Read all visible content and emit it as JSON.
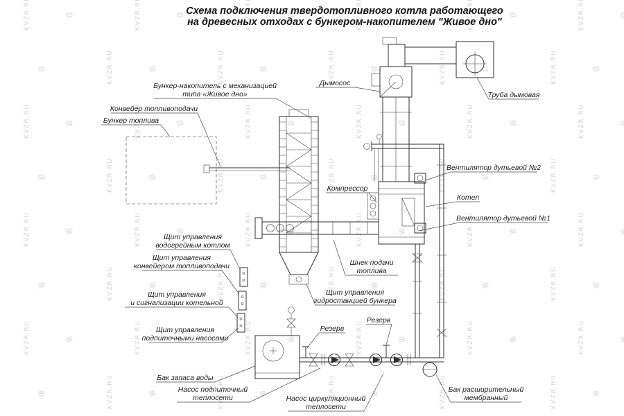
{
  "title": {
    "line1": "Схема подключения твердотопливного котла работающего",
    "line2": "на древесных отходах с бункером-накопителем \"Живое дно\""
  },
  "watermark": {
    "text": "KVZR.RU",
    "icon_glyph": "≋"
  },
  "labels": {
    "storage_bunker": {
      "line1": "Бункер-накопитель с механизацией",
      "line2": "типа «Живое дно»"
    },
    "fuel_conveyor": "Конвейер топливоподачи",
    "fuel_bunker": "Бункер топлива",
    "smoke_exhauster": "Дымосос",
    "chimney": "Труба дымовая",
    "compressor": "Компрессор",
    "blower_fan_2": "Вентилятор дутьевой №2",
    "boiler": "Котел",
    "blower_fan_1": "Вентилятор дутьевой №1",
    "panel_boiler": {
      "line1": "Щит управления",
      "line2": "водогрейным котлом"
    },
    "panel_conveyor": {
      "line1": "Щит управления",
      "line2": "конвейером топливоподачи"
    },
    "panel_alarm": {
      "line1": "Щит управления",
      "line2": "и сигнализации котельной"
    },
    "panel_pumps": {
      "line1": "Щит управления",
      "line2": "подпиточными насосами"
    },
    "feed_screw": {
      "line1": "Шнек подачи",
      "line2": "топлива"
    },
    "panel_hydro": {
      "line1": "Щит управления",
      "line2": "гидростанцией бункера"
    },
    "reserve_1": "Резерв",
    "reserve_2": "Резерв",
    "water_tank": "Бак запаса воды",
    "makeup_pump": {
      "line1": "Насос подпиточный",
      "line2": "теплосети"
    },
    "circulation_pump": {
      "line1": "Насос циркуляционный",
      "line2": "теплосети"
    },
    "expansion_tank": {
      "line1": "Бак расширительный",
      "line2": "мембранный"
    }
  }
}
